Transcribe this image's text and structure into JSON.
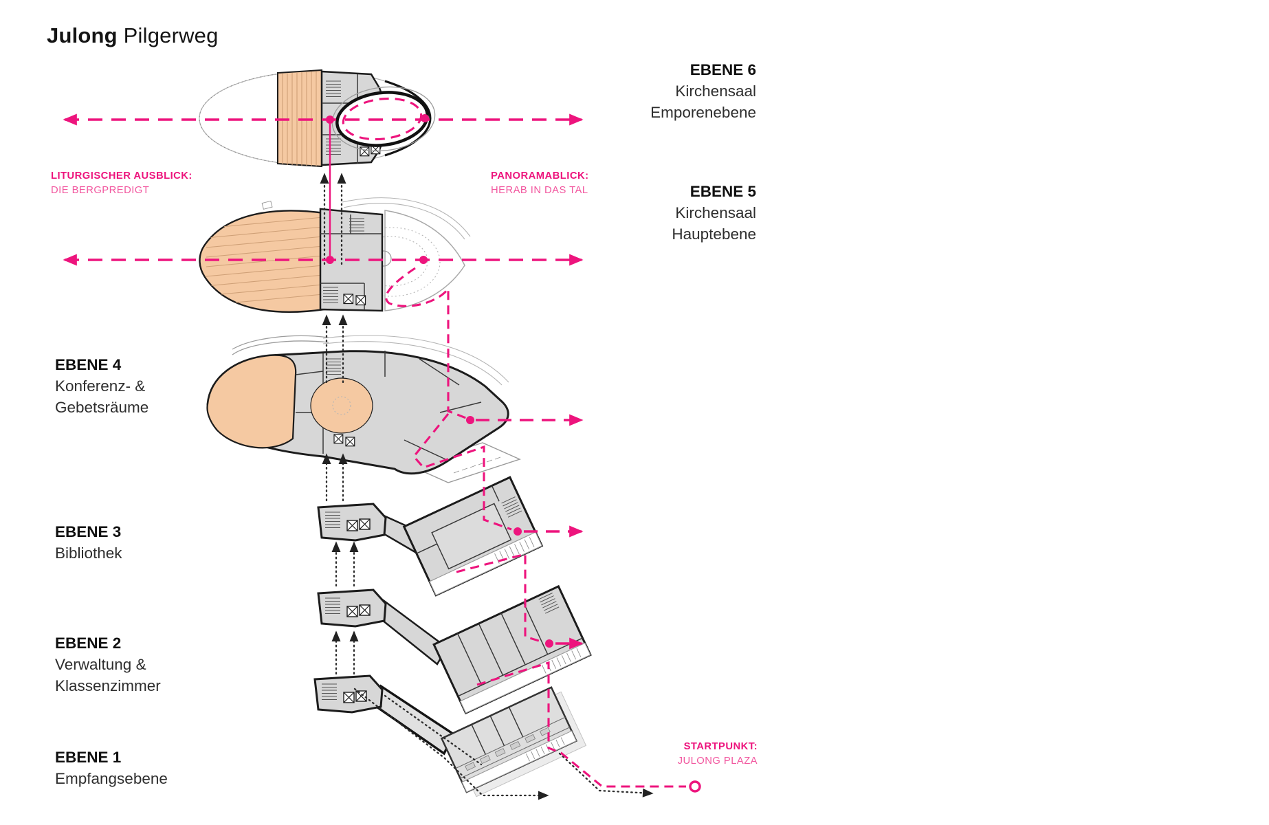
{
  "title": {
    "brand": "Julong",
    "suffix": "Pilgerweg"
  },
  "levels": [
    {
      "name": "EBENE 6",
      "lines": [
        "Kirchensaal",
        "Emporenebene"
      ]
    },
    {
      "name": "EBENE 5",
      "lines": [
        "Kirchensaal",
        "Hauptebene"
      ]
    },
    {
      "name": "EBENE 4",
      "lines": [
        "Konferenz- &",
        "Gebetsräume"
      ]
    },
    {
      "name": "EBENE 3",
      "lines": [
        "Bibliothek"
      ]
    },
    {
      "name": "EBENE 2",
      "lines": [
        "Verwaltung &",
        "Klassenzimmer"
      ]
    },
    {
      "name": "EBENE 1",
      "lines": [
        "Empfangsebene"
      ]
    }
  ],
  "annotations": {
    "liturgical": {
      "title": "LITURGISCHER AUSBLICK:",
      "subtitle": "DIE BERGPREDIGT"
    },
    "panorama": {
      "title": "PANORAMABLICK:",
      "subtitle": "HERAB IN DAS TAL"
    },
    "start": {
      "title": "STARTPUNKT:",
      "subtitle": "JULONG PLAZA"
    }
  },
  "colors": {
    "route": "#ed147d",
    "route_light": "#f2579f",
    "wood": "#f5c9a2",
    "wood_line": "#cfa077",
    "plan_gray": "#d7d7d7",
    "wall": "#1c1c1c"
  }
}
